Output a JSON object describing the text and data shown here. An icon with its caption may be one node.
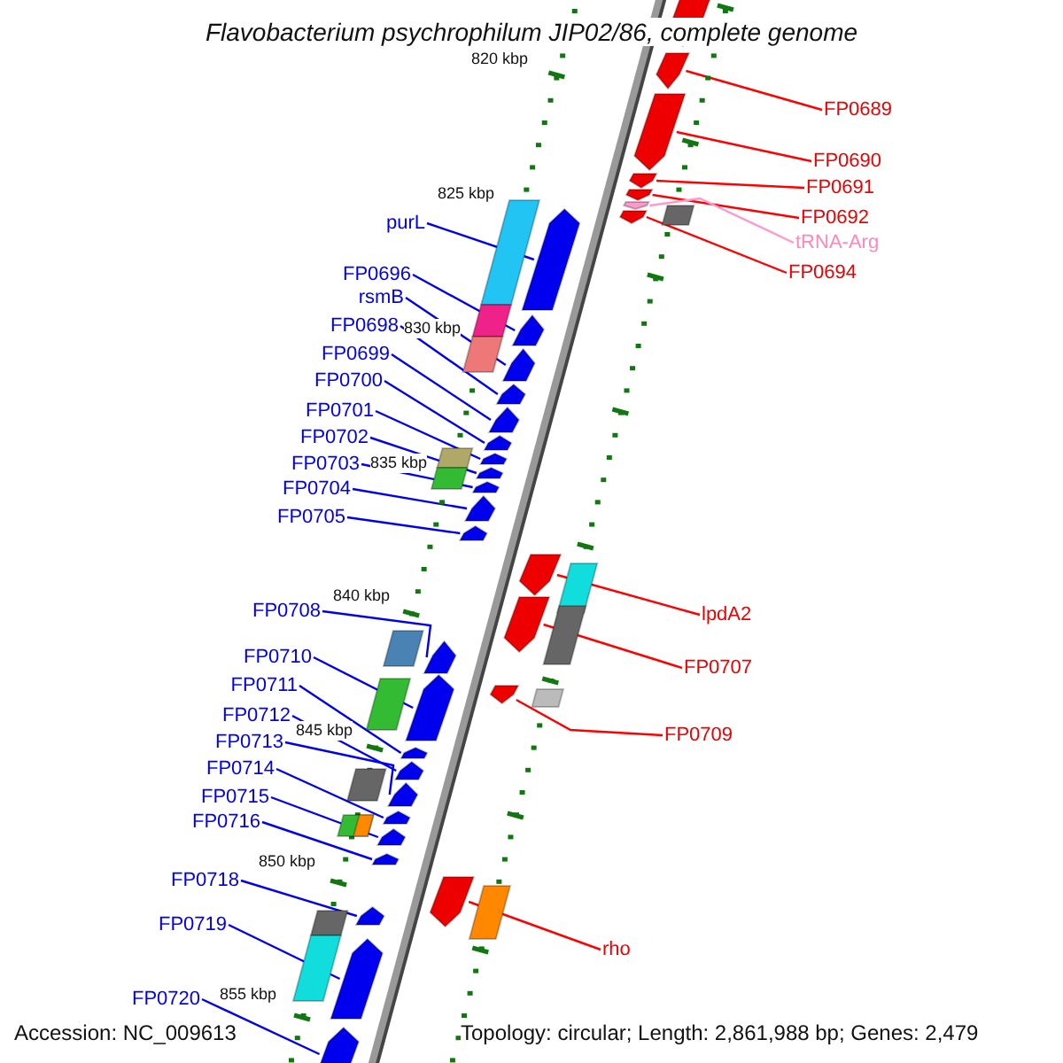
{
  "diagram": {
    "title": "Flavobacterium psychrophilum JIP02/86, complete genome",
    "nodes": [
      {
        "text": [
          "FP0689"
        ]
      },
      {
        "text": [
          "FP0690"
        ]
      },
      {
        "text": [
          "FP0691"
        ]
      },
      {
        "text": [
          "FP0692"
        ]
      },
      {
        "text": [
          "purL"
        ]
      },
      {
        "text": [
          "tRNA-Arg"
        ]
      },
      {
        "text": [
          "FP0694"
        ]
      },
      {
        "text": [
          "FP0696"
        ]
      },
      {
        "text": [
          "rsmB"
        ]
      },
      {
        "text": [
          "FP0698"
        ]
      },
      {
        "text": [
          "FP0699"
        ]
      },
      {
        "text": [
          "FP0700"
        ]
      },
      {
        "text": [
          "FP0701"
        ]
      },
      {
        "text": [
          "FP0702"
        ]
      },
      {
        "text": [
          "FP0703"
        ]
      },
      {
        "text": [
          "FP0704"
        ]
      },
      {
        "text": [
          "FP0705"
        ]
      },
      {
        "text": [
          "FP0708"
        ]
      },
      {
        "text": [
          "lpdA2"
        ]
      },
      {
        "text": [
          "FP0710"
        ]
      },
      {
        "text": [
          "FP0707"
        ]
      },
      {
        "text": [
          "FP0711"
        ]
      },
      {
        "text": [
          "FP0712"
        ]
      },
      {
        "text": [
          "FP0709"
        ]
      },
      {
        "text": [
          "FP0713"
        ]
      },
      {
        "text": [
          "FP0714"
        ]
      },
      {
        "text": [
          "FP0715"
        ]
      },
      {
        "text": [
          "FP0716"
        ]
      },
      {
        "text": [
          "FP0718"
        ]
      },
      {
        "text": [
          "FP0719"
        ]
      },
      {
        "text": [
          "rho"
        ]
      },
      {
        "text": [
          "FP0720"
        ]
      },
      {
        "text": [],
        "shape": "arrow"
      },
      {
        "text": [],
        "shape": "arrow"
      },
      {
        "text": [],
        "shape": "arrow"
      },
      {
        "text": [],
        "shape": "arrow"
      },
      {
        "text": [],
        "shape": "arrow"
      },
      {
        "text": [],
        "shape": "arrow"
      },
      {
        "text": [],
        "shape": "arrow"
      },
      {
        "text": [],
        "shape": "arrow"
      },
      {
        "text": [],
        "shape": "arrow"
      },
      {
        "text": [],
        "shape": "arrow"
      },
      {
        "text": [],
        "shape": "arrow"
      },
      {
        "text": [],
        "shape": "arrow"
      },
      {
        "text": [],
        "shape": "arrow"
      },
      {
        "text": [],
        "shape": "arrow"
      },
      {
        "text": [],
        "shape": "arrow"
      },
      {
        "text": [],
        "shape": "arrow"
      },
      {
        "text": [],
        "shape": "arrow"
      },
      {
        "text": [],
        "shape": "arrow"
      },
      {
        "text": [],
        "shape": "arrow"
      },
      {
        "text": [],
        "shape": "arrow"
      },
      {
        "text": [],
        "shape": "arrow"
      },
      {
        "text": [],
        "shape": "arrow"
      },
      {
        "text": [],
        "shape": "arrow"
      },
      {
        "text": [],
        "shape": "arrow"
      },
      {
        "text": [],
        "shape": "arrow"
      },
      {
        "text": [],
        "shape": "arrow"
      },
      {
        "text": [],
        "shape": "arrow"
      },
      {
        "text": [],
        "shape": "arrow"
      },
      {
        "text": [],
        "shape": "arrow"
      },
      {
        "text": [],
        "shape": "arrow"
      },
      {
        "text": [],
        "shape": "arrow"
      },
      {
        "text": [],
        "shape": "arrow"
      },
      {
        "text": [],
        "shape": "arrow"
      }
    ],
    "edges": [
      {
        "from": 0,
        "to": 32,
        "arrow": "none",
        "color": "#ff0000"
      },
      {
        "from": 1,
        "to": 33,
        "arrow": "none",
        "color": "#ff0000"
      },
      {
        "from": 2,
        "to": 34,
        "arrow": "none",
        "color": "#ff0000"
      },
      {
        "from": 3,
        "to": 35,
        "arrow": "none",
        "color": "#ff0000"
      },
      {
        "from": 4,
        "to": 36,
        "arrow": "none"
      },
      {
        "from": 5,
        "to": 37,
        "arrow": "none",
        "color": "#ff99cc"
      },
      {
        "from": 6,
        "to": 38,
        "arrow": "none",
        "color": "#ff0000"
      },
      {
        "from": 7,
        "to": 39,
        "arrow": "none"
      },
      {
        "from": 8,
        "to": 40,
        "arrow": "none"
      },
      {
        "from": 9,
        "to": 41,
        "arrow": "none"
      },
      {
        "from": 10,
        "to": 42,
        "arrow": "none"
      },
      {
        "from": 11,
        "to": 43,
        "arrow": "none"
      },
      {
        "from": 12,
        "to": 44,
        "arrow": "none"
      },
      {
        "from": 13,
        "to": 45,
        "arrow": "none"
      },
      {
        "from": 14,
        "to": 46,
        "arrow": "none"
      },
      {
        "from": 15,
        "to": 47,
        "arrow": "none"
      },
      {
        "from": 16,
        "to": 48,
        "arrow": "none"
      },
      {
        "from": 17,
        "to": 49,
        "arrow": "none"
      },
      {
        "from": 18,
        "to": 50,
        "arrow": "none",
        "color": "#ff0000"
      },
      {
        "from": 19,
        "to": 51,
        "arrow": "none"
      },
      {
        "from": 20,
        "to": 52,
        "arrow": "none",
        "color": "#ff0000"
      },
      {
        "from": 21,
        "to": 53,
        "arrow": "none"
      },
      {
        "from": 22,
        "to": 54,
        "arrow": "none"
      },
      {
        "from": 23,
        "to": 55,
        "arrow": "none",
        "color": "#ff0000"
      },
      {
        "from": 24,
        "to": 56,
        "arrow": "none"
      },
      {
        "from": 25,
        "to": 57,
        "arrow": "none"
      },
      {
        "from": 26,
        "to": 58,
        "arrow": "none"
      },
      {
        "from": 27,
        "to": 59,
        "arrow": "none"
      },
      {
        "from": 28,
        "to": 60,
        "arrow": "none"
      },
      {
        "from": 29,
        "to": 61,
        "arrow": "none"
      },
      {
        "from": 30,
        "to": 62,
        "arrow": "none",
        "color": "#ff0000"
      },
      {
        "from": 31,
        "to": 63,
        "arrow": "none"
      }
    ],
    "labels": [
      "820 kbp",
      "825 kbp",
      "830 kbp",
      "835 kbp",
      "840 kbp",
      "845 kbp",
      "850 kbp",
      "855 kbp",
      "Accession: NC_009613",
      "Topology: circular; Length: 2,861,988 bp; Genes: 2,479"
    ]
  }
}
